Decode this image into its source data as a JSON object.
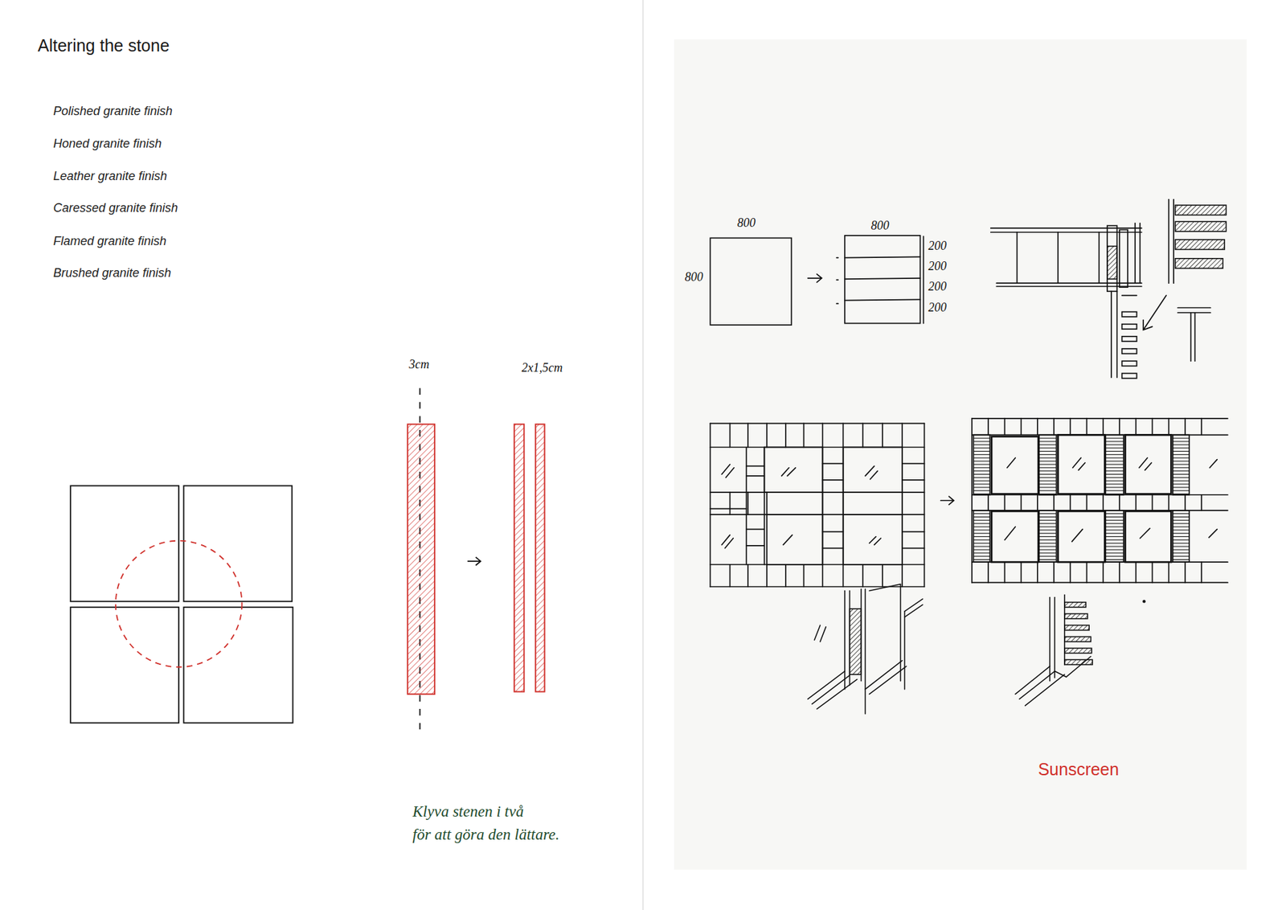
{
  "diagram": {
    "title": "Altering the stone",
    "labels": [
      "Polished granite finish",
      "Honed granite finish",
      "Leather granite finish",
      "Caressed granite finish",
      "Flamed granite finish",
      "Brushed granite finish",
      "3cm",
      "2x1,5cm",
      "Klyva stenen i två",
      "för att göra den lättare.",
      "800",
      "800",
      "800",
      "200",
      "200",
      "200",
      "200",
      "Sunscreen"
    ]
  }
}
